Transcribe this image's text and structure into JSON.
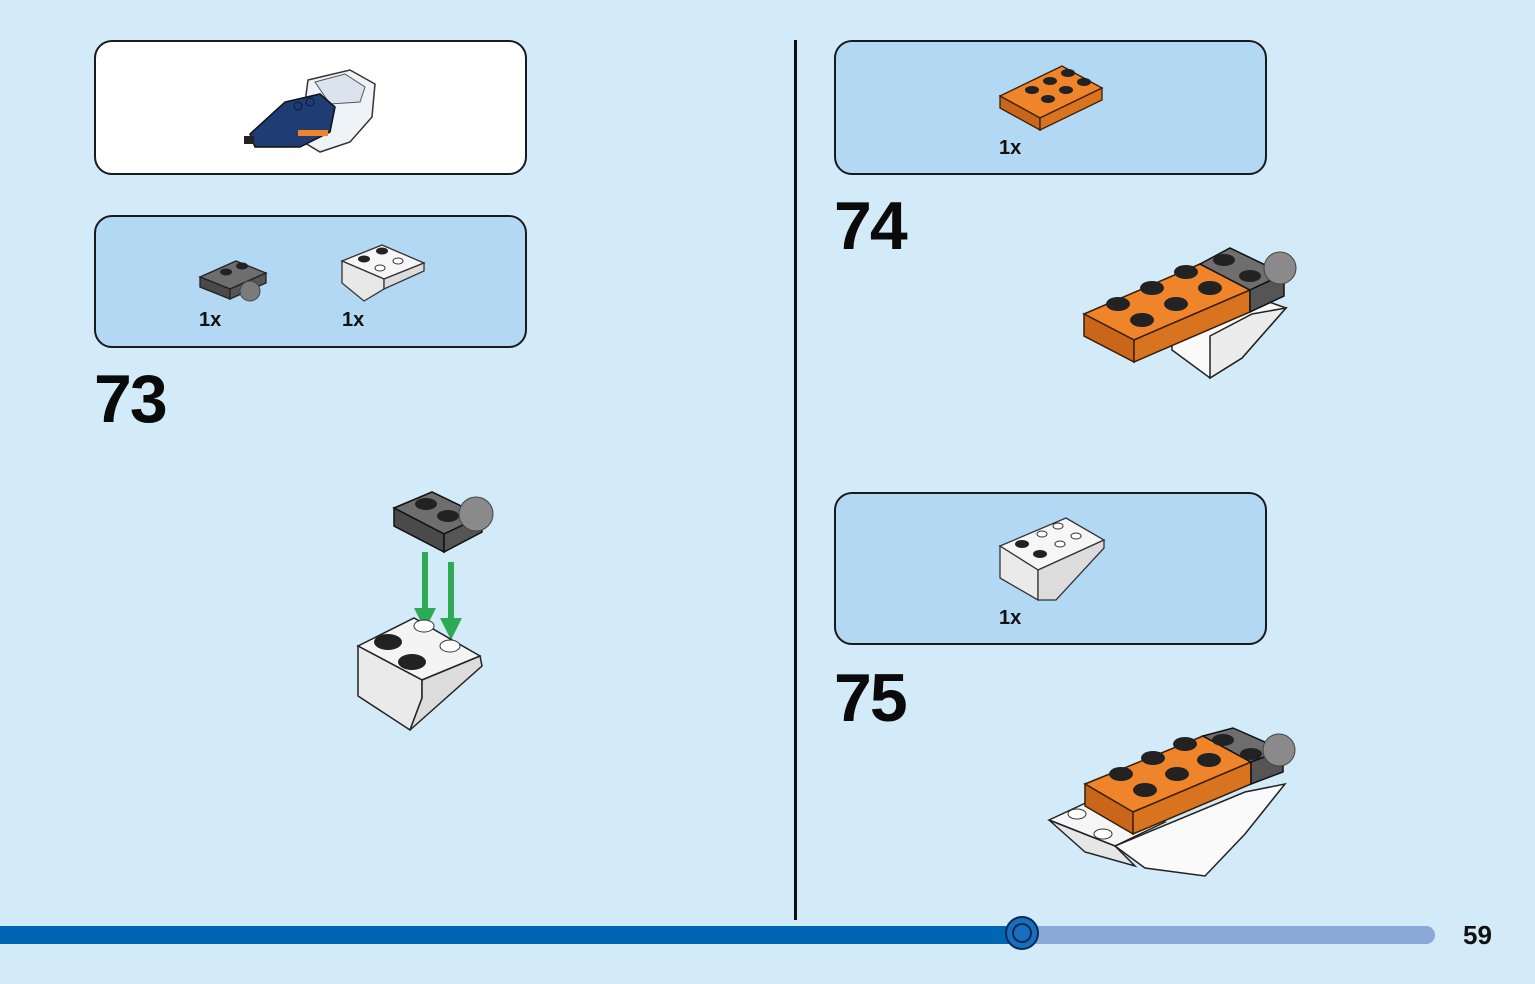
{
  "steps": [
    {
      "number": "73",
      "parts": [
        {
          "qty": "1x",
          "icon": "dark-gray-plate-with-ball-icon"
        },
        {
          "qty": "1x",
          "icon": "white-inverted-slope-icon"
        }
      ]
    },
    {
      "number": "74",
      "parts": [
        {
          "qty": "1x",
          "icon": "orange-plate-2x3-icon"
        }
      ]
    },
    {
      "number": "75",
      "parts": [
        {
          "qty": "1x",
          "icon": "white-wedge-slope-icon"
        }
      ]
    }
  ],
  "progress": {
    "fraction": 0.712
  },
  "page_number": "59",
  "colors": {
    "background": "#d3eaf8",
    "parts_box": "#b3d8f4",
    "orange": "#f0842a",
    "dark_gray": "#5a5a5a",
    "navy": "#1f3d74",
    "arrow_green": "#2eaa55",
    "progress_fill": "#0066b3",
    "progress_track": "#8aa9d8"
  }
}
